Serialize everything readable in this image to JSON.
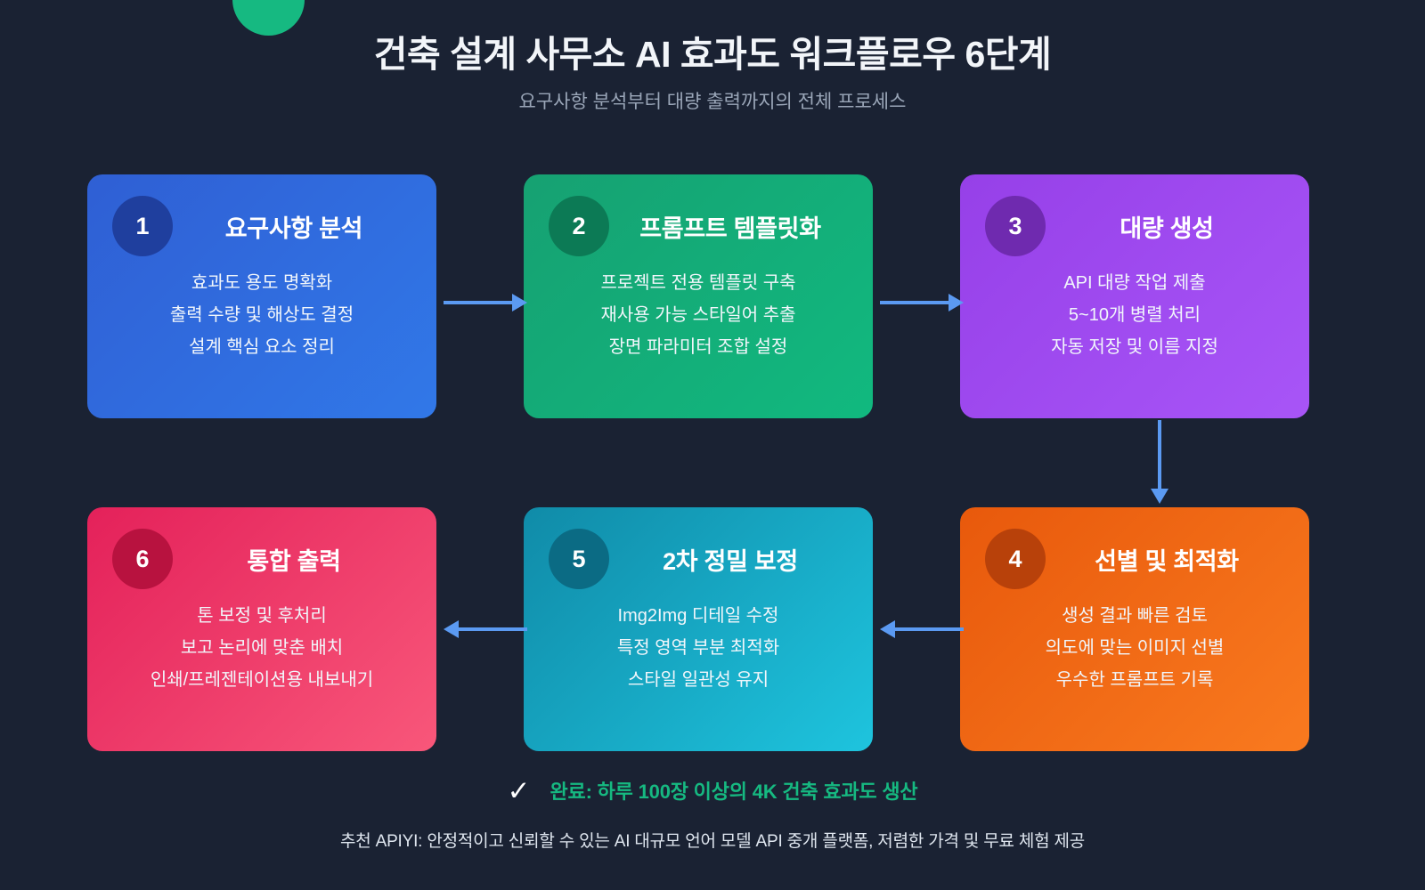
{
  "background_color": "#1a2233",
  "decoration": {
    "circle_icon": "green-circle-decoration",
    "color": "#16b981"
  },
  "header": {
    "title": "건축 설계 사무소 AI 효과도 워크플로우 6단계",
    "subtitle": "요구사항 분석부터 대량 출력까지의 전체 프로세스"
  },
  "steps": [
    {
      "number": "1",
      "title": "요구사항 분석",
      "lines": [
        "효과도 용도 명확화",
        "출력 수량 및 해상도 결정",
        "설계 핵심 요소 정리"
      ],
      "color_from": "#2f5fd4",
      "color_to": "#3178e8",
      "badge_color": "#1f3f9e"
    },
    {
      "number": "2",
      "title": "프롬프트 템플릿화",
      "lines": [
        "프로젝트 전용 템플릿 구축",
        "재사용 가능 스타일어 추출",
        "장면 파라미터 조합 설정"
      ],
      "color_from": "#16a172",
      "color_to": "#11b97f",
      "badge_color": "#0c7a55"
    },
    {
      "number": "3",
      "title": "대량 생성",
      "lines": [
        "API 대량 작업 제출",
        "5~10개 병렬 처리",
        "자동 저장 및 이름 지정"
      ],
      "color_from": "#9640e8",
      "color_to": "#a855f7",
      "badge_color": "#6f2aaf"
    },
    {
      "number": "4",
      "title": "선별 및 최적화",
      "lines": [
        "생성 결과 빠른 검토",
        "의도에 맞는 이미지 선별",
        "우수한 프롬프트 기록"
      ],
      "color_from": "#e8590c",
      "color_to": "#f97a1f",
      "badge_color": "#b8410a"
    },
    {
      "number": "5",
      "title": "2차 정밀 보정",
      "lines": [
        "Img2Img 디테일 수정",
        "특정 영역 부분 최적화",
        "스타일 일관성 유지"
      ],
      "color_from": "#108ba8",
      "color_to": "#1ec4de",
      "badge_color": "#0b6b84"
    },
    {
      "number": "6",
      "title": "통합 출력",
      "lines": [
        "톤 보정 및 후처리",
        "보고 논리에 맞춘 배치",
        "인쇄/프레젠테이션용 내보내기"
      ],
      "color_from": "#e4215a",
      "color_to": "#f8577a",
      "badge_color": "#b8123f"
    }
  ],
  "arrows": {
    "color": "#5b9af2",
    "one_to_two": "arrow-right",
    "two_to_three": "arrow-right",
    "three_to_four": "arrow-down",
    "four_to_five": "arrow-left",
    "five_to_six": "arrow-left"
  },
  "footer": {
    "check_glyph": "✓",
    "result_text": "완료: 하루 100장 이상의 4K 건축 효과도 생산",
    "note": "추천 APIYI: 안정적이고 신뢰할 수 있는 AI 대규모 언어 모델 API 중개 플랫폼, 저렴한 가격 및 무료 체험 제공"
  }
}
